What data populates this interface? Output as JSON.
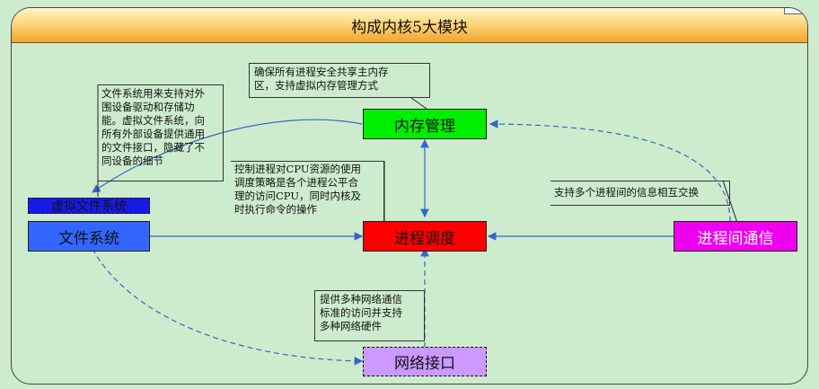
{
  "title": "构成内核5大模块",
  "nodes": {
    "memory": "内存管理",
    "scheduler": "进程调度",
    "filesystem": "文件系统",
    "vfs": "虚拟文件系统",
    "ipc": "进程间通信",
    "network": "网络接口"
  },
  "notes": {
    "memory": [
      "确保所有进程安全共享主内存",
      "区，支持虚拟内存管理方式"
    ],
    "filesystem": [
      "文件系统用来支持对外",
      "围设备驱动和存储功",
      "能。虚拟文件系统，向",
      "所有外部设备提供通用",
      "的文件接口，隐藏了不",
      "同设备的细节"
    ],
    "scheduler": [
      "控制进程对CPU资源的使用",
      "调度策略是各个进程公平合",
      "理的访问CPU，同时内核及",
      "时执行命令的操作"
    ],
    "ipc": "支持多个进程间的信息相互交换",
    "network": [
      "提供多种网络通信",
      "标准的访问并支持",
      "多种网络硬件"
    ]
  },
  "colors": {
    "memory": "#00ee00",
    "scheduler": "#ff0000",
    "filesystem": "#3366ff",
    "vfs": "#1a1ae6",
    "ipc": "#ee00ee",
    "network": "#cc99ff",
    "edge": "#3366cc"
  }
}
